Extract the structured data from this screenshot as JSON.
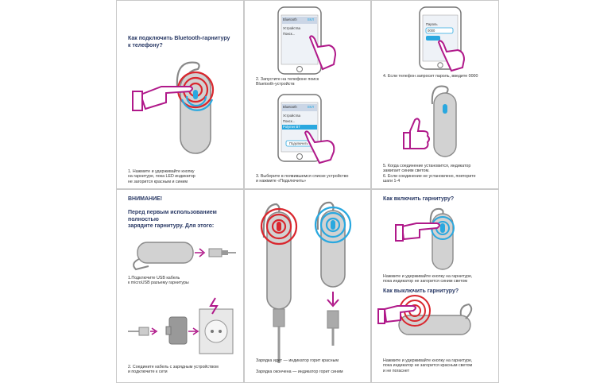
{
  "panels": {
    "p1": {
      "title": "Как подключить Bluetooth-гарнитуру\nк телефону?",
      "caption": "1. Нажмите и удерживайте кнопку\nна гарнитуре, пока LED индикатор\nне загорится красным и синим"
    },
    "p2": {
      "phone1": {
        "header": "Bluetooth",
        "toggle": "ВКЛ",
        "item1": "Устройства",
        "item2": "Поиск..."
      },
      "caption1": "2. Запустите на телефоне поиск\nBluetooth-устройств",
      "phone2": {
        "header": "Bluetooth",
        "toggle": "ВКЛ",
        "item1": "Устройства",
        "item2": "Поиск...",
        "item3": "Polymer BT",
        "button": "Подключить"
      },
      "caption2": "3. Выберите в появившемся списке устройство\nи нажмите «Подключить»"
    },
    "p3": {
      "phone": {
        "header": "Пароль",
        "code": "0000"
      },
      "caption1": "4. Если телефон запросит пароль, введите 0000",
      "caption2": "5. Когда соединение установится, индикатор\nзамигает синим светом.\n6. Если соединение не установлено, повторите\nшаги 1-4"
    },
    "p4": {
      "title": "ВНИМАНИЕ!",
      "subtitle": "Перед первым использованием полностью\nзарядите гарнитуру. Для этого:",
      "caption1": "1.Подключите USB кабель\nк microUSB разъему гарнитуры",
      "caption2": "2. Соедините кабель с зарядным устройством\nи подключите к сети"
    },
    "p5": {
      "caption1": "Зарядка идет — индикатор горит красным",
      "caption2": "Зарядка окончена — индикатор горит синим"
    },
    "p6": {
      "title1": "Как включить гарнитуру?",
      "caption1": "Нажмите и удерживайте кнопку на гарнитуре,\nпока индикатор не загорится синим светом",
      "title2": "Как выключить гарнитуру?",
      "caption2": "Нажмите и удерживайте кнопку на гарнитуре,\nпока индикатор не загорится красным светом\nи не погаснет"
    }
  },
  "colors": {
    "red": "#d9272e",
    "blue": "#2aa8df",
    "magenta": "#b0198a",
    "body": "#d2d2d2",
    "outline": "#888888"
  }
}
